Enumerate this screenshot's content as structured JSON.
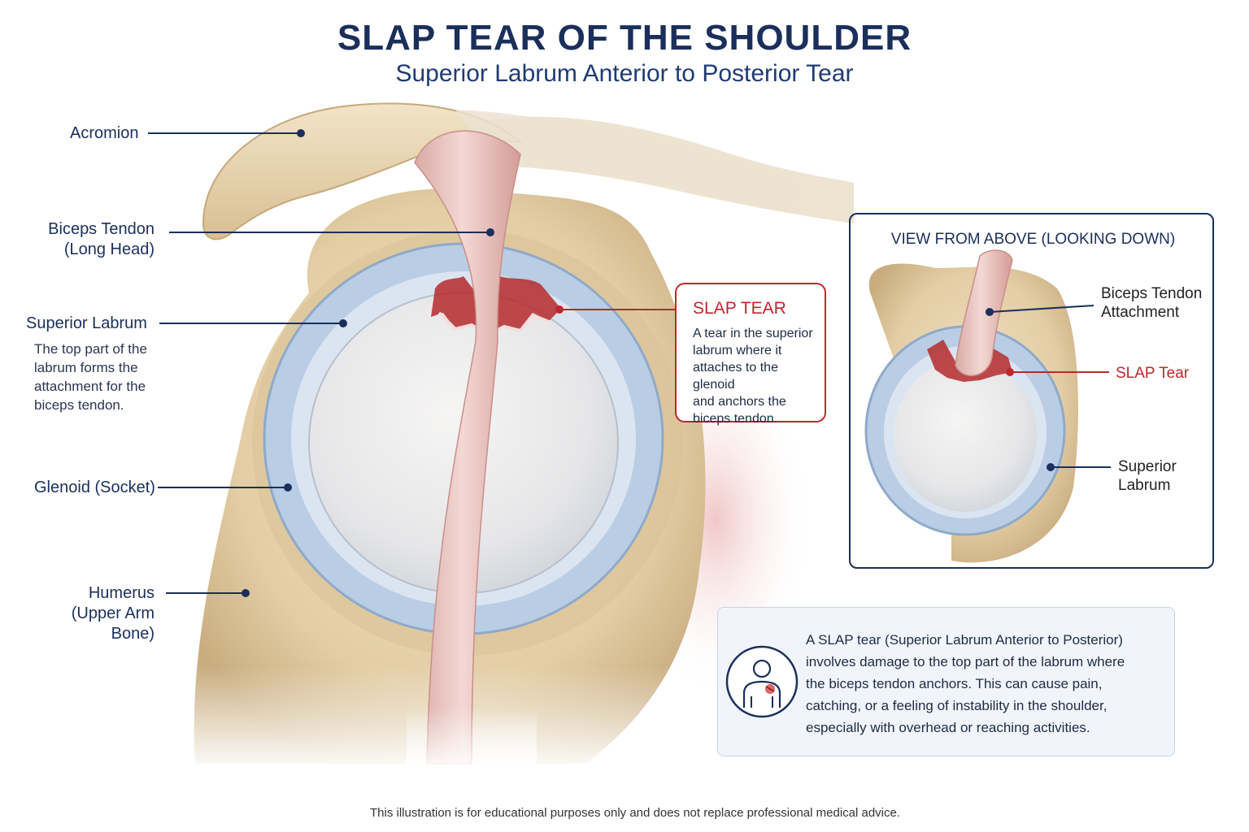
{
  "title": "SLAP TEAR OF THE SHOULDER",
  "subtitle": "Superior Labrum Anterior to Posterior Tear",
  "labels": {
    "acromion": "Acromion",
    "biceps_tendon": [
      "Biceps Tendon",
      "(Long Head)"
    ],
    "superior_labrum": "Superior Labrum",
    "superior_labrum_desc": [
      "The top part of the",
      "labrum forms the",
      "attachment for the",
      "biceps tendon."
    ],
    "glenoid": "Glenoid (Socket)",
    "humerus": [
      "Humerus",
      "(Upper Arm Bone)"
    ]
  },
  "tear_callout": {
    "title": "SLAP TEAR",
    "text": [
      "A tear in the superior",
      "labrum where it",
      "attaches to the glenoid",
      "and anchors the",
      "biceps tendon."
    ]
  },
  "view_from_above": {
    "title": "VIEW FROM ABOVE (LOOKING DOWN)",
    "labels": {
      "biceps_attachment": [
        "Biceps Tendon",
        "Attachment"
      ],
      "slap_tear": "SLAP Tear",
      "superior_labrum": [
        "Superior",
        "Labrum"
      ]
    }
  },
  "info": {
    "icon": "person-shoulder-pain-icon",
    "lines": [
      "A SLAP tear (Superior Labrum Anterior to Posterior)",
      "involves damage to the top part of the labrum where",
      "the biceps tendon anchors. This can cause pain,",
      "catching, or a feeling of instability in the shoulder,",
      "especially with overhead or reaching activities."
    ]
  },
  "footer": "This illustration is for educational purposes only and does not replace professional medical advice.",
  "colors": {
    "navy": "#1b2f5b",
    "tear_red": "#c0262c",
    "bone": "#e3cfa8",
    "labrum_blue": "#b8cce4",
    "tendon_pink": "#e9c4c0"
  }
}
